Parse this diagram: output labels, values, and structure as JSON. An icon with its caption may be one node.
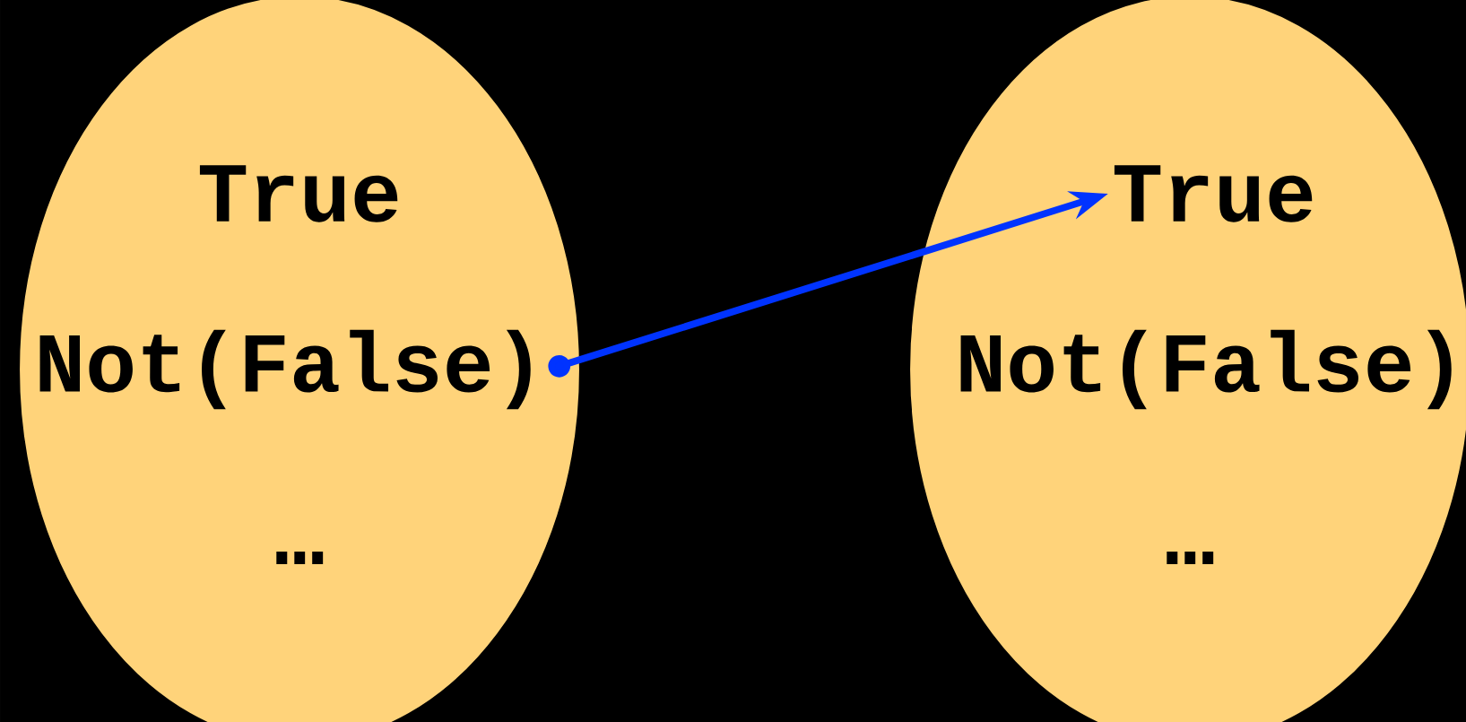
{
  "diagram": {
    "nodes": [
      {
        "text": [],
        "shape": "ellipse"
      },
      {
        "text": [
          "True"
        ],
        "in": 0
      },
      {
        "text": [
          "Not(False)"
        ],
        "in": 0
      },
      {
        "text": [
          "…"
        ],
        "in": 0
      },
      {
        "text": [],
        "shape": "ellipse"
      },
      {
        "text": [
          "True"
        ],
        "in": 4
      },
      {
        "text": [
          "Not(False)"
        ],
        "in": 4
      },
      {
        "text": [
          "…"
        ],
        "in": 4
      }
    ],
    "edges": [
      {
        "from": 2,
        "to": 5,
        "arrow": "to"
      }
    ]
  }
}
